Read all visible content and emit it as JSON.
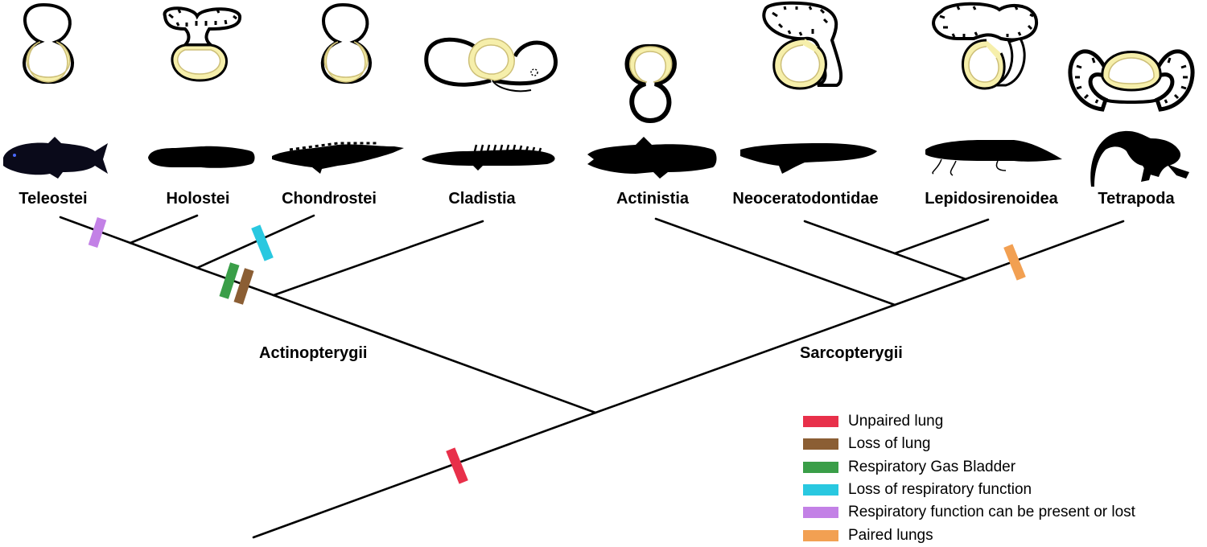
{
  "taxa": [
    {
      "id": "teleostei",
      "label": "Teleostei"
    },
    {
      "id": "holostei",
      "label": "Holostei"
    },
    {
      "id": "chondrostei",
      "label": "Chondrostei"
    },
    {
      "id": "cladistia",
      "label": "Cladistia"
    },
    {
      "id": "actinistia",
      "label": "Actinistia"
    },
    {
      "id": "neoceratodontidae",
      "label": "Neoceratodontidae"
    },
    {
      "id": "lepidosirenoidea",
      "label": "Lepidosirenoidea"
    },
    {
      "id": "tetrapoda",
      "label": "Tetrapoda"
    }
  ],
  "clades": {
    "actinopterygii": "Actinopterygii",
    "sarcopterygii": "Sarcopterygii"
  },
  "legend": [
    {
      "label": "Unpaired lung",
      "color": "#e8304a"
    },
    {
      "label": "Loss of lung",
      "color": "#8b5e34"
    },
    {
      "label": "Respiratory Gas Bladder",
      "color": "#3a9e48"
    },
    {
      "label": "Loss of respiratory function",
      "color": "#29c8e0"
    },
    {
      "label": "Respiratory function can be present or lost",
      "color": "#c381e6"
    },
    {
      "label": "Paired lungs",
      "color": "#f2a052"
    }
  ],
  "colors": {
    "lung_fill": "#f6efab",
    "lung_stroke": "#cdbf78",
    "outline": "#000000"
  }
}
